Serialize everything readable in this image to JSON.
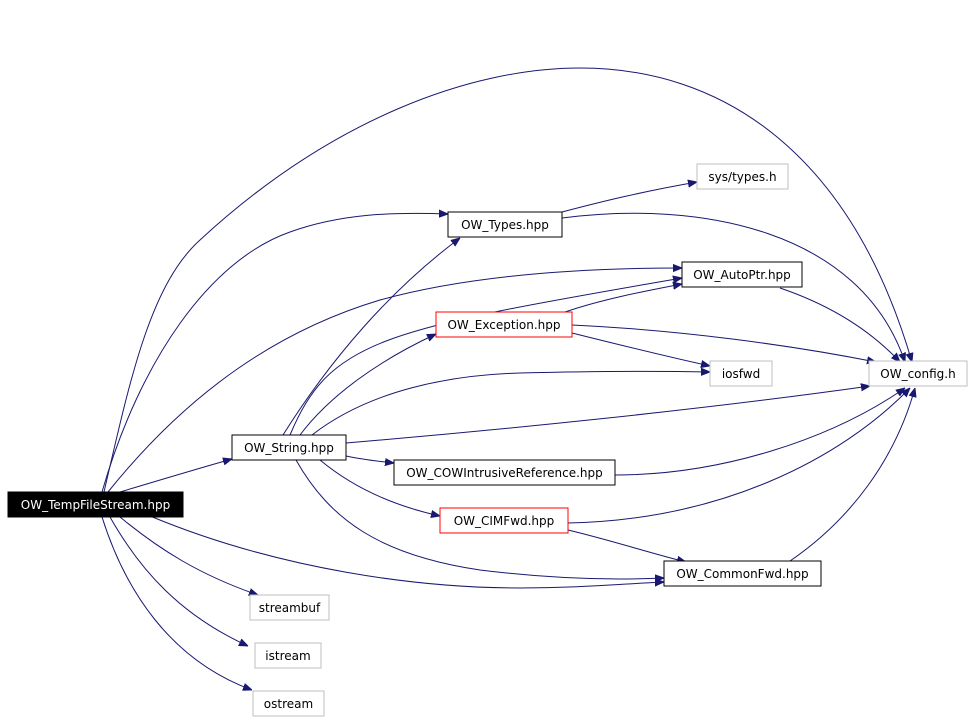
{
  "colors": {
    "edge": "#191970",
    "root_fill": "#000000",
    "root_text": "#ffffff",
    "normal_border": "#000000",
    "external_border": "#bfbfbf",
    "truncated_border": "#ff0000"
  },
  "nodes": {
    "root": "OW_TempFileStream.hpp",
    "string": "OW_String.hpp",
    "types": "OW_Types.hpp",
    "systypes": "sys/types.h",
    "autoptr": "OW_AutoPtr.hpp",
    "exception": "OW_Exception.hpp",
    "iosfwd": "iosfwd",
    "config": "OW_config.h",
    "cowref": "OW_COWIntrusiveReference.hpp",
    "cimfwd": "OW_CIMFwd.hpp",
    "commonfwd": "OW_CommonFwd.hpp",
    "streambuf": "streambuf",
    "istream": "istream",
    "ostream": "ostream"
  }
}
